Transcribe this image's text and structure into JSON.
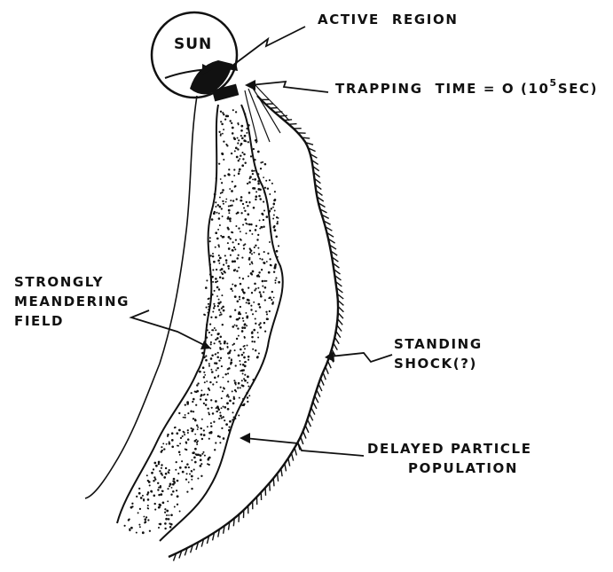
{
  "sun": {
    "label": "SUN"
  },
  "labels": {
    "active_region": [
      "ACTIVE",
      "REGION"
    ],
    "trapping_time": {
      "before": "TRAPPING",
      "middle": "TIME = O (10",
      "exponent": "5",
      "after": "SEC)"
    },
    "meandering": [
      "STRONGLY",
      "MEANDERING",
      "FIELD"
    ],
    "standing_shock": [
      "STANDING",
      "SHOCK(?)"
    ],
    "delayed": [
      "DELAYED PARTICLE",
      "POPULATION"
    ]
  },
  "colors": {
    "ink": "#111111",
    "paper": "#ffffff"
  }
}
